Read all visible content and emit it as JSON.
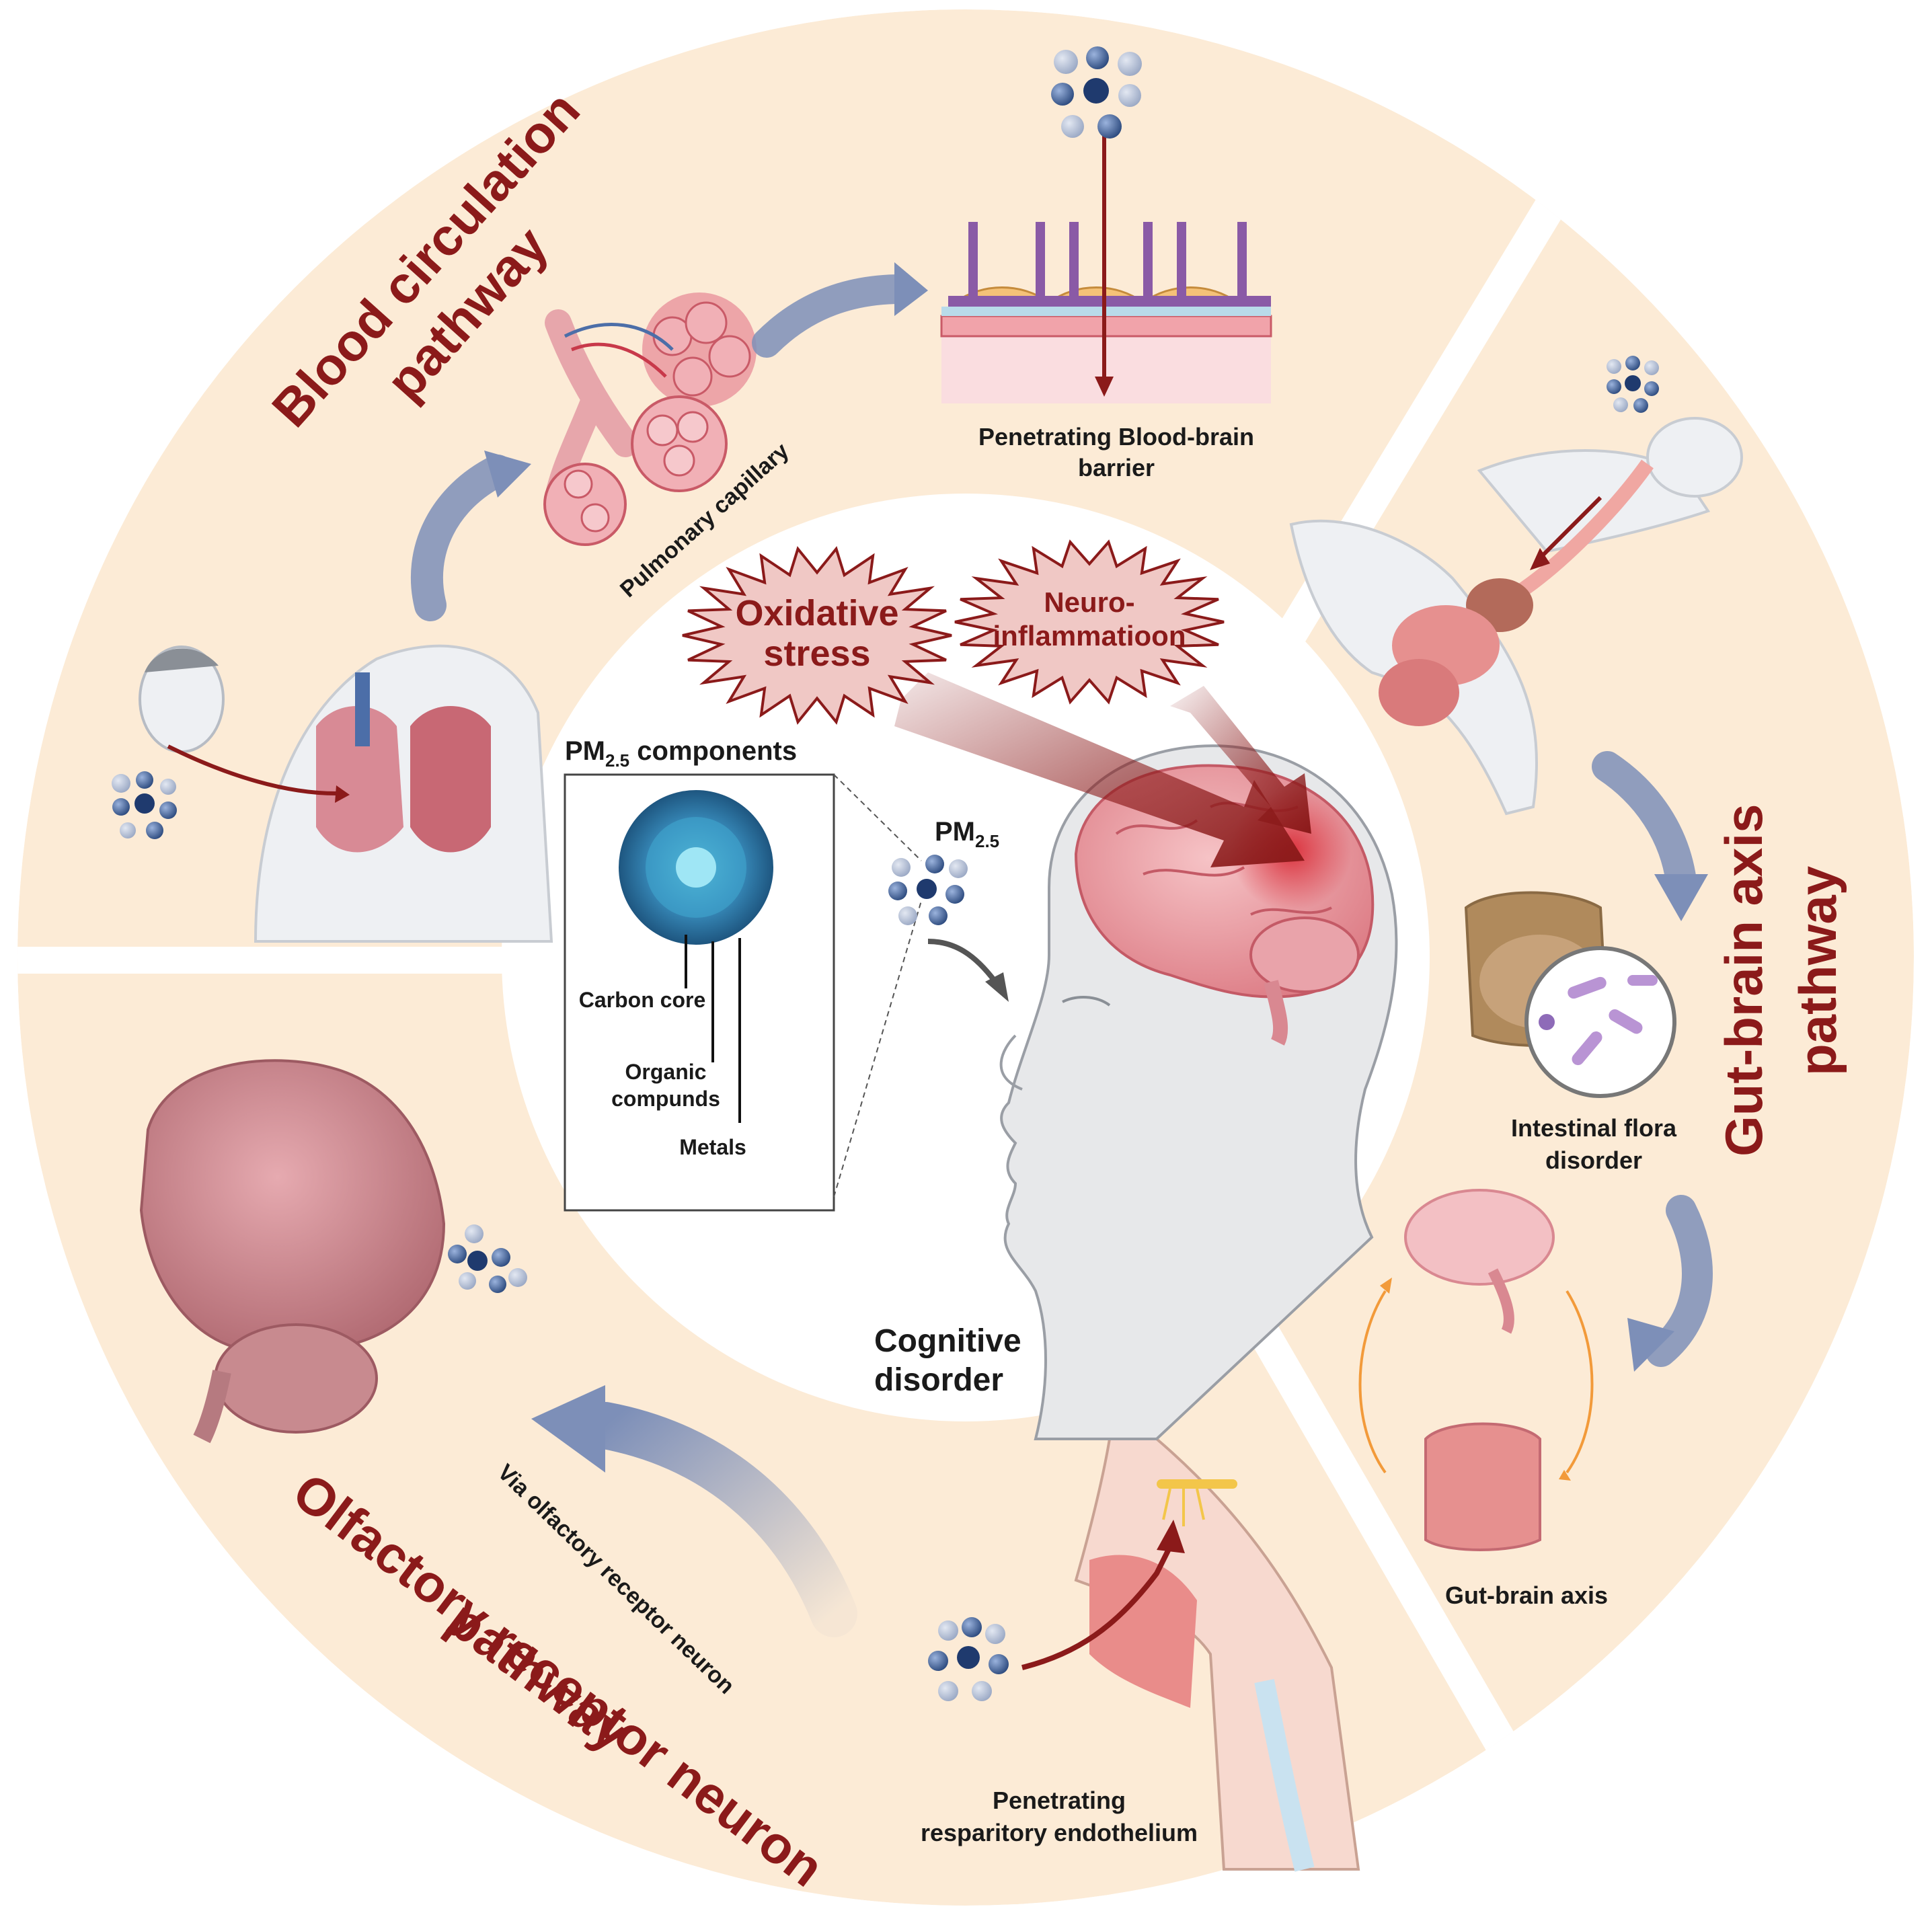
{
  "pathways": {
    "blood": {
      "title_line1": "Blood circulation",
      "title_line2": "pathway"
    },
    "gut": {
      "title_line1": "Gut-brain axis",
      "title_line2": "pathway"
    },
    "olfactory": {
      "title_line1": "Olfactory receptor neuron",
      "title_line2": "pathway"
    }
  },
  "labels": {
    "pulmonary_capillary": "Pulmonary capillary",
    "bbb_line1": "Penetrating Blood-brain",
    "bbb_line2": "barrier",
    "flora_line1": "Intestinal flora",
    "flora_line2": "disorder",
    "gut_brain_axis": "Gut-brain axis",
    "resp_line1": "Penetrating",
    "resp_line2": "resparitory endothelium",
    "via_olfactory": "Via olfactory receptor neuron"
  },
  "center": {
    "oxidative_line1": "Oxidative",
    "oxidative_line2": "stress",
    "neuro_line1": "Neuro-",
    "neuro_line2": "inflammatioon",
    "pm_components_prefix": "PM",
    "pm_components_sub": "2.5",
    "pm_components_suffix": " components",
    "carbon_core": "Carbon core",
    "organic_line1": "Organic",
    "organic_line2": "compunds",
    "metals": "Metals",
    "pm_prefix": "PM",
    "pm_sub": "2.5",
    "cognitive_line1": "Cognitive",
    "cognitive_line2": "disorder"
  },
  "colors": {
    "ring": "#fcebd6",
    "title": "#8b1a1a",
    "flow_arrow": "#7d8fb8",
    "red_arrow": "#8b1a1a",
    "particle": "#3d5a8a"
  }
}
